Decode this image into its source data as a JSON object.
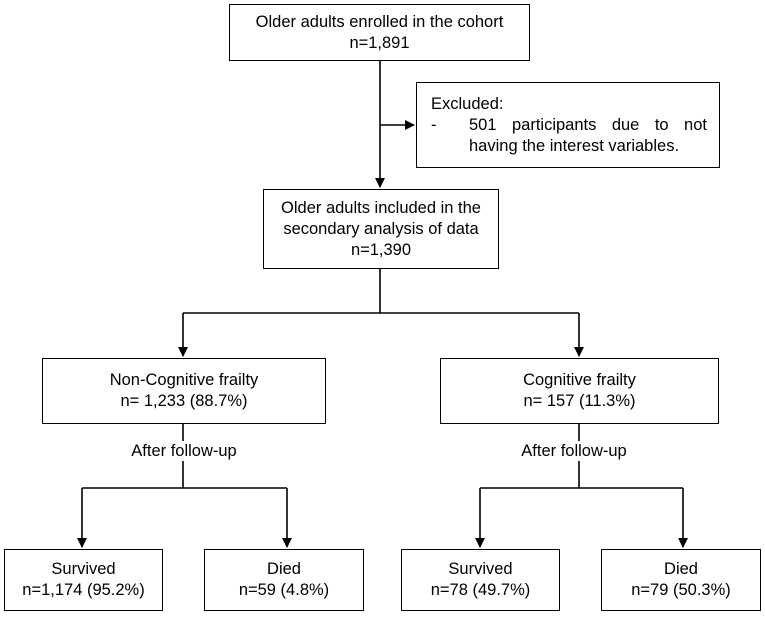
{
  "flowchart": {
    "enrolled": {
      "title": "Older adults enrolled in the cohort",
      "count": "n=1,891"
    },
    "excluded": {
      "title": "Excluded:",
      "bullet": "-",
      "text": "501 participants due to not having the interest variables."
    },
    "included": {
      "line1": "Older adults included in the",
      "line2": "secondary analysis of data",
      "count": "n=1,390"
    },
    "non_cognitive": {
      "title": "Non-Cognitive frailty",
      "count": "n= 1,233 (88.7%)",
      "follow_up": "After follow-up",
      "survived": {
        "title": "Survived",
        "count": "n=1,174 (95.2%)"
      },
      "died": {
        "title": "Died",
        "count": "n=59 (4.8%)"
      }
    },
    "cognitive": {
      "title": "Cognitive frailty",
      "count": "n= 157 (11.3%)",
      "follow_up": "After follow-up",
      "survived": {
        "title": "Survived",
        "count": "n=78 (49.7%)"
      },
      "died": {
        "title": "Died",
        "count": "n=79 (50.3%)"
      }
    }
  },
  "colors": {
    "stroke": "#000000",
    "background": "#ffffff"
  }
}
